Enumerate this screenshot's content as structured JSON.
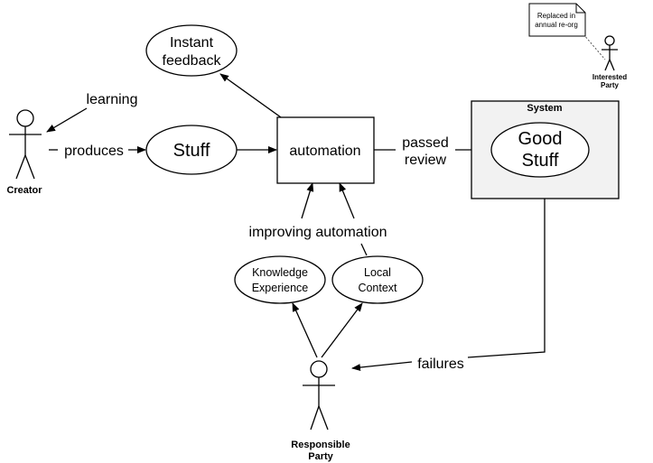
{
  "colors": {
    "stroke": "#000000",
    "background": "#ffffff",
    "system_fill": "#f2f2f2"
  },
  "actors": {
    "creator": "Creator",
    "responsible_party": [
      "Responsible",
      "Party"
    ],
    "interested_party": [
      "Interested",
      "Party"
    ]
  },
  "nodes": {
    "instant_feedback": [
      "Instant",
      "feedback"
    ],
    "stuff": "Stuff",
    "automation": "automation",
    "good_stuff": [
      "Good",
      "Stuff"
    ],
    "knowledge_experience": [
      "Knowledge",
      "Experience"
    ],
    "local_context": [
      "Local",
      "Context"
    ]
  },
  "system": {
    "title": "System"
  },
  "note": {
    "text": [
      "Replaced in",
      "annual re-org"
    ]
  },
  "edge_labels": {
    "learning": "learning",
    "produces": "produces",
    "passed_review": [
      "passed",
      "review"
    ],
    "improving_automation": "improving automation",
    "failures": "failures"
  }
}
